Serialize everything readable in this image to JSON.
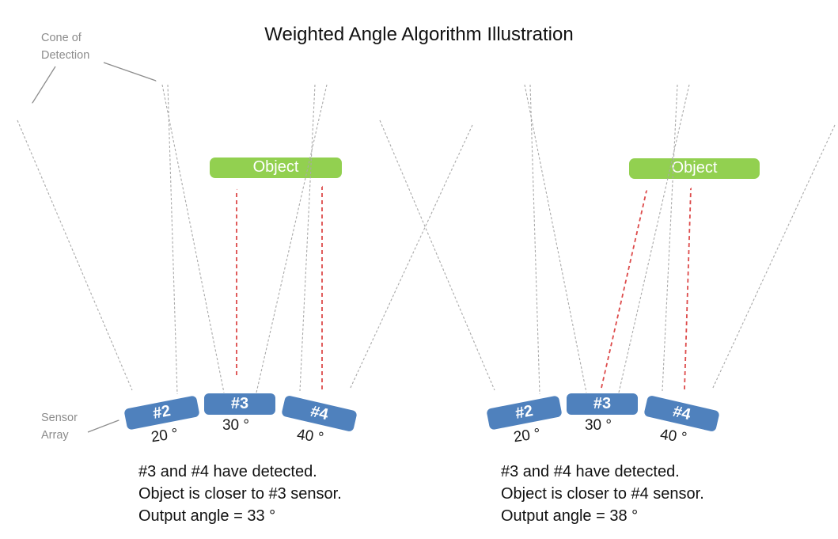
{
  "title": "Weighted Angle Algorithm Illustration",
  "labels": {
    "cone_line1": "Cone of",
    "cone_line2": "Detection",
    "sensor_line1": "Sensor",
    "sensor_line2": "Array"
  },
  "colors": {
    "object_green": "#92d050",
    "sensor_blue": "#4f81bd",
    "detection_red": "#dd4b4b",
    "cone_gray": "#a9a9a9",
    "annotation_gray": "#8c8c8c"
  },
  "diagrams": [
    {
      "side": "left",
      "object_label": "Object",
      "sensors": [
        {
          "label": "#2",
          "angle": "20 °"
        },
        {
          "label": "#3",
          "angle": "30 °"
        },
        {
          "label": "#4",
          "angle": "40 °"
        }
      ],
      "caption": [
        "#3 and #4 have detected.",
        "Object is closer to #3 sensor.",
        "Output angle = 33 °"
      ]
    },
    {
      "side": "right",
      "object_label": "Object",
      "sensors": [
        {
          "label": "#2",
          "angle": "20 °"
        },
        {
          "label": "#3",
          "angle": "30 °"
        },
        {
          "label": "#4",
          "angle": "40 °"
        }
      ],
      "caption": [
        "#3 and #4 have detected.",
        "Object is closer to #4 sensor.",
        "Output angle = 38 °"
      ]
    }
  ]
}
